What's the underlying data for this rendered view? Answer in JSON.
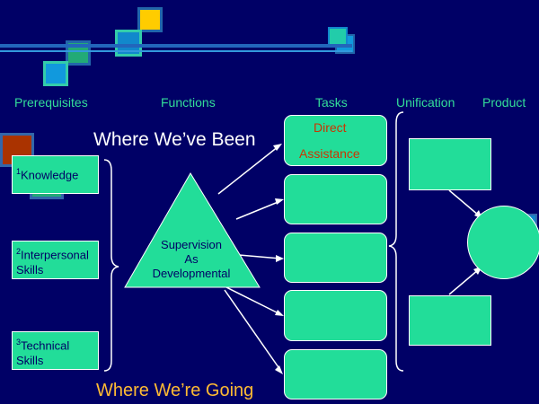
{
  "headers": {
    "prerequisites": "Prerequisites",
    "functions": "Functions",
    "tasks": "Tasks",
    "unification": "Unification",
    "product": "Product"
  },
  "titles": {
    "been": "Where We’ve Been",
    "going": "Where We’re Going"
  },
  "prereqs": [
    {
      "num": "1",
      "line1": "Knowledge",
      "line2": ""
    },
    {
      "num": "2",
      "line1": "Interpersonal",
      "line2": "Skills"
    },
    {
      "num": "3",
      "line1": "Technical",
      "line2": "Skills"
    }
  ],
  "triangle": {
    "line1": "Supervision",
    "line2": "As",
    "line3": "Developmental"
  },
  "task1": {
    "line1": "Direct",
    "line2": "Assistance"
  },
  "colors": {
    "background": "#000066",
    "green": "#22dd99",
    "header_text": "#33dd99",
    "direct_text": "#cc3300",
    "going_text": "#ffbb33"
  }
}
